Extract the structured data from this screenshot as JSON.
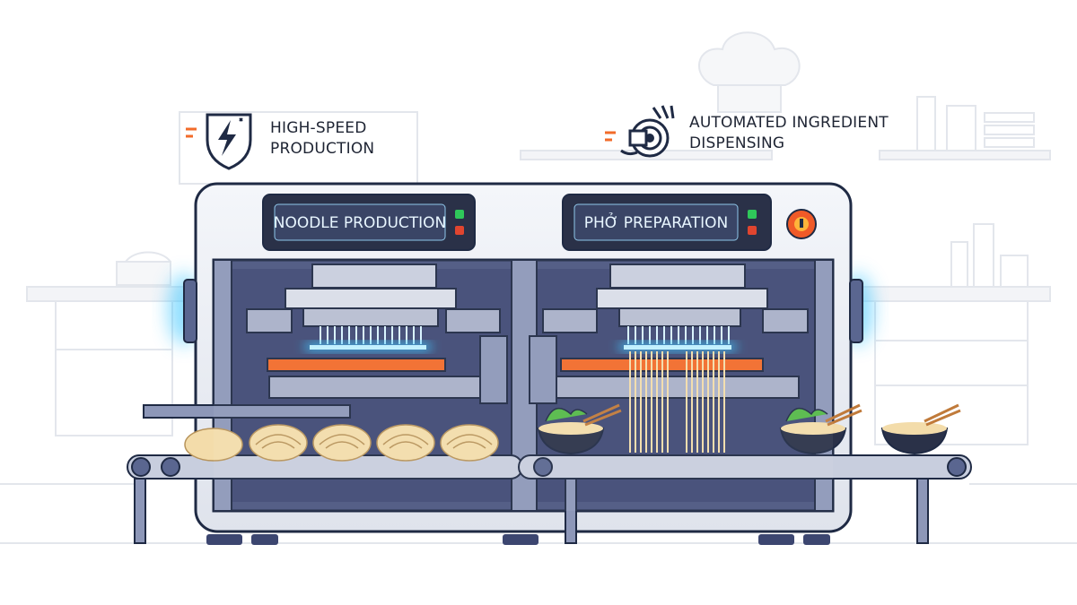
{
  "features": [
    {
      "line1": "HIGH-SPEED",
      "line2": "PRODUCTION",
      "icon": "lightning-shield-icon"
    },
    {
      "line1": "AUTOMATED INGREDIENT",
      "line2": "DISPENSING",
      "icon": "dispenser-target-icon"
    }
  ],
  "machine": {
    "left_panel_label": "NOODLE PRODUCTION",
    "right_panel_label": "PHỞ PREPARATION"
  },
  "colors": {
    "outline": "#1f2a44",
    "machine_body": "#5a6690",
    "machine_dark": "#3c4670",
    "glow": "#36c4ff",
    "heater": "#f26b2a",
    "status_green": "#2fc85a",
    "status_red": "#e0452f",
    "emergency_button": "#f05a28",
    "noodle": "#f3dcaa"
  }
}
